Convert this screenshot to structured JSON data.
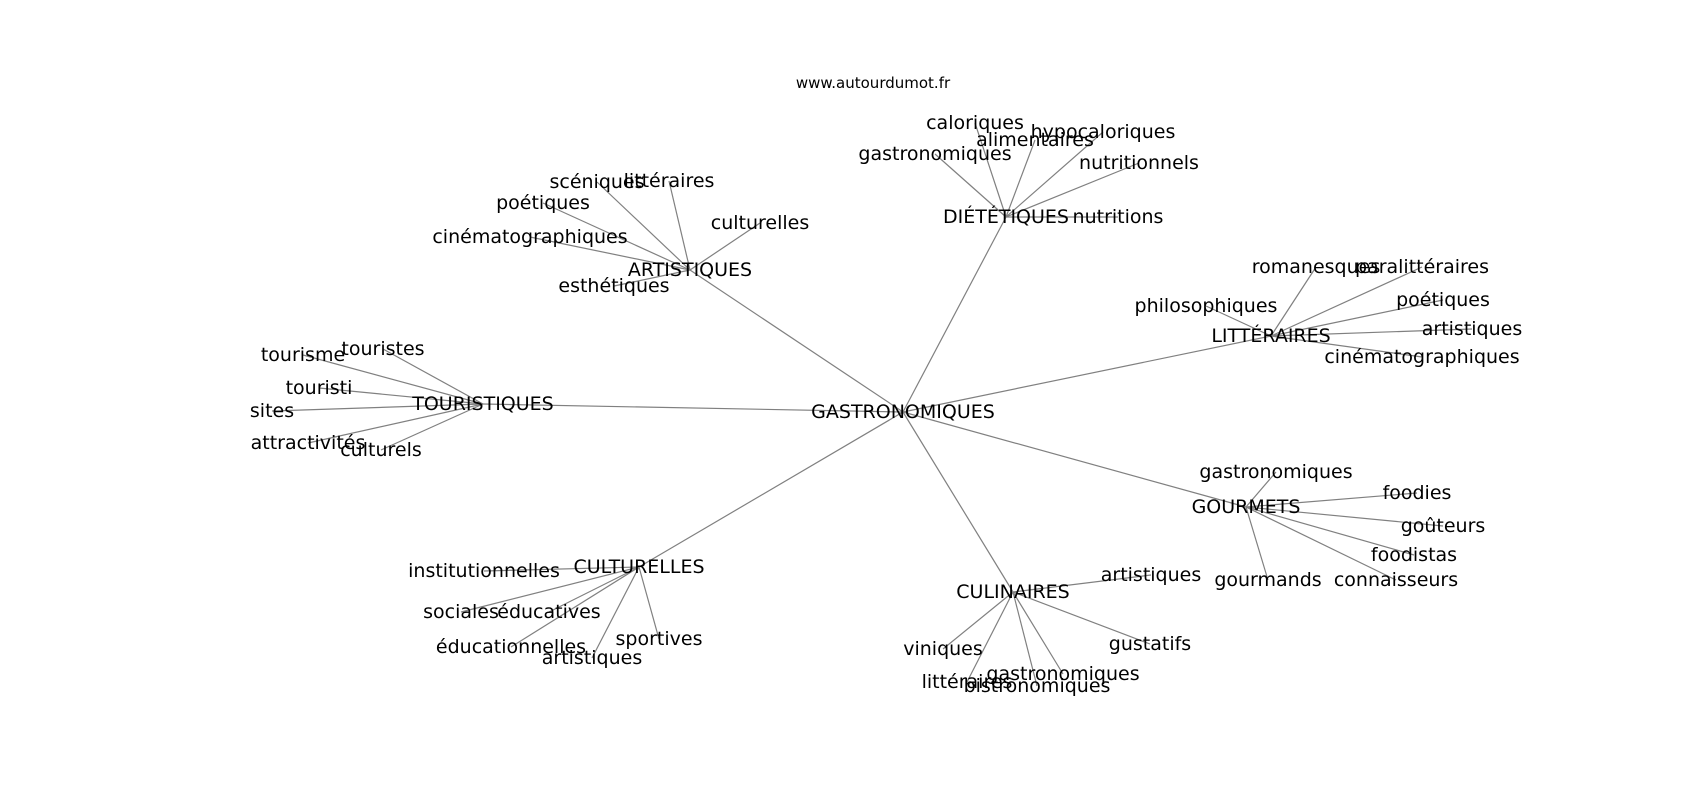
{
  "source": "www.autourdumot.fr",
  "center": "GASTRONOMIQUES",
  "clusters": [
    {
      "hub": "DIÉTÉTIQUES",
      "leaves": [
        "caloriques",
        "alimentaires",
        "hypocaloriques",
        "gastronomiques",
        "nutritionnels",
        "nutritions"
      ]
    },
    {
      "hub": "ARTISTIQUES",
      "leaves": [
        "scéniques",
        "littéraires",
        "poétiques",
        "cinématographiques",
        "culturelles",
        "esthétiques"
      ]
    },
    {
      "hub": "LITTÉRAIRES",
      "leaves": [
        "romanesques",
        "paralittéraires",
        "poétiques",
        "philosophiques",
        "artistiques",
        "cinématographiques"
      ]
    },
    {
      "hub": "TOURISTIQUES",
      "leaves": [
        "tourisme",
        "touristes",
        "touristi",
        "sites",
        "attractivités",
        "culturels"
      ]
    },
    {
      "hub": "GOURMETS",
      "leaves": [
        "gastronomiques",
        "foodies",
        "goûteurs",
        "foodistas",
        "gourmands",
        "connaisseurs"
      ]
    },
    {
      "hub": "CULTURELLES",
      "leaves": [
        "institutionnelles",
        "sociales",
        "éducatives",
        "éducationnelles",
        "artistiques",
        "sportives"
      ]
    },
    {
      "hub": "CULINAIRES",
      "leaves": [
        "artistiques",
        "viniques",
        "gustatifs",
        "littéraires",
        "gastronomiques",
        "bistronomiques"
      ]
    }
  ]
}
